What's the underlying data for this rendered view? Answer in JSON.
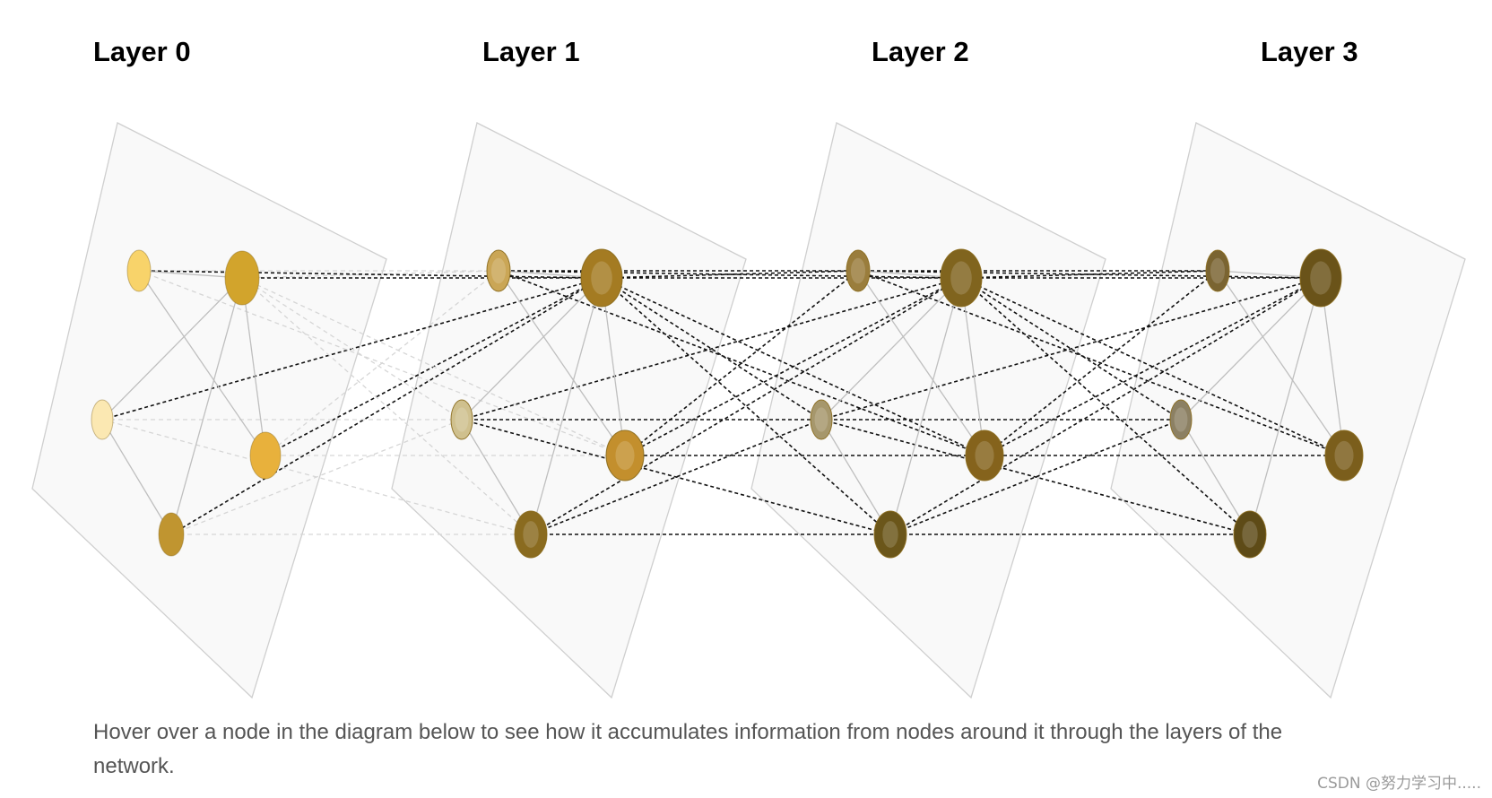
{
  "layers": [
    {
      "title": "Layer 0"
    },
    {
      "title": "Layer 1"
    },
    {
      "title": "Layer 2"
    },
    {
      "title": "Layer 3"
    }
  ],
  "node_colors": [
    [
      "#f8d36a",
      "#d2a42c",
      "#fbe8b2",
      "#e8b13c",
      "#c09530"
    ],
    [
      "#caa656",
      "#a47b22",
      "#cfc08e",
      "#c38f2d",
      "#8a6b1f"
    ],
    [
      "#9a7d3c",
      "#80641e",
      "#a6976c",
      "#85631c",
      "#6b561a"
    ],
    [
      "#7a6431",
      "#6a5319",
      "#8c8063",
      "#7b5e1c",
      "#5e4b17"
    ]
  ],
  "graph_edges": [
    [
      0,
      1
    ],
    [
      1,
      2
    ],
    [
      1,
      3
    ],
    [
      1,
      4
    ],
    [
      0,
      3
    ],
    [
      2,
      4
    ]
  ],
  "caption": "Hover over a node in the diagram below to see how it accumulates information from nodes around it through the layers of the network.",
  "watermark": "CSDN @努力学习中....."
}
